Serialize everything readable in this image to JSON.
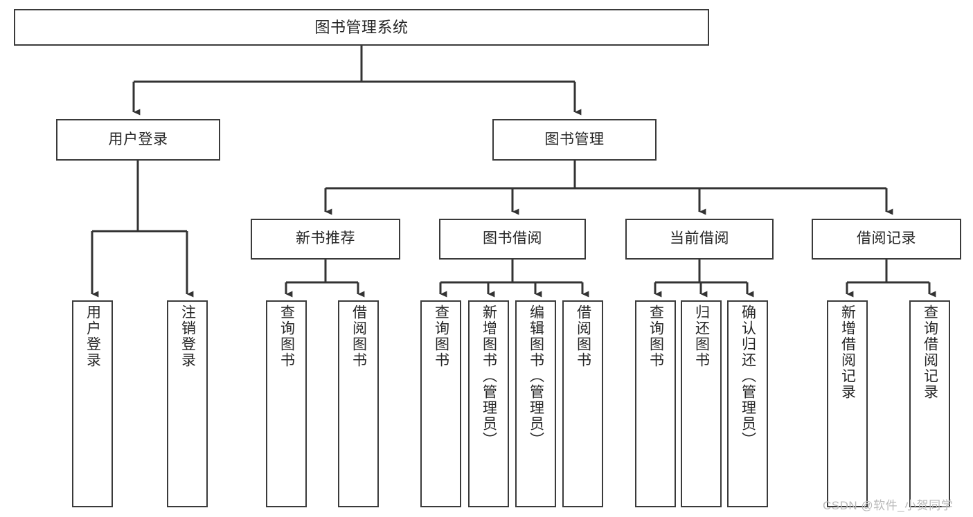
{
  "diagram": {
    "title": "图书管理系统",
    "type": "tree-hierarchy-diagram",
    "root": {
      "id": "root",
      "label": "图书管理系统"
    },
    "level2": [
      {
        "id": "user-login",
        "label": "用户登录"
      },
      {
        "id": "book-management",
        "label": "图书管理"
      }
    ],
    "level3": [
      {
        "id": "new-book-recommend",
        "label": "新书推荐",
        "parent": "book-management"
      },
      {
        "id": "book-borrow",
        "label": "图书借阅",
        "parent": "book-management"
      },
      {
        "id": "current-borrow",
        "label": "当前借阅",
        "parent": "book-management"
      },
      {
        "id": "borrow-record",
        "label": "借阅记录",
        "parent": "book-management"
      }
    ],
    "leaves": [
      {
        "id": "leaf-user-login",
        "label": "用户登录",
        "parent": "user-login"
      },
      {
        "id": "leaf-logout-login",
        "label": "注销登录",
        "parent": "user-login"
      },
      {
        "id": "leaf-query-book-1",
        "label": "查询图书",
        "parent": "new-book-recommend"
      },
      {
        "id": "leaf-borrow-book-1",
        "label": "借阅图书",
        "parent": "new-book-recommend"
      },
      {
        "id": "leaf-query-book-2",
        "label": "查询图书",
        "parent": "book-borrow"
      },
      {
        "id": "leaf-add-book",
        "label": "新增图书（管理员）",
        "parent": "book-borrow"
      },
      {
        "id": "leaf-edit-book",
        "label": "编辑图书（管理员）",
        "parent": "book-borrow"
      },
      {
        "id": "leaf-borrow-book-2",
        "label": "借阅图书",
        "parent": "book-borrow"
      },
      {
        "id": "leaf-query-book-3",
        "label": "查询图书",
        "parent": "current-borrow"
      },
      {
        "id": "leaf-return-book",
        "label": "归还图书",
        "parent": "current-borrow"
      },
      {
        "id": "leaf-confirm-return",
        "label": "确认归还（管理员）",
        "parent": "current-borrow"
      },
      {
        "id": "leaf-add-borrow-record",
        "label": "新增借阅记录",
        "parent": "borrow-record"
      },
      {
        "id": "leaf-query-borrow-record",
        "label": "查询借阅记录",
        "parent": "borrow-record"
      }
    ],
    "colors": {
      "node_border": "#3a3a3a",
      "node_fill": "#ffffff",
      "edge": "#333333",
      "text": "#262626",
      "watermark": "#b9b9b9",
      "background": "#ffffff"
    }
  },
  "watermark": {
    "text": "CSDN @软件_小贺同学"
  }
}
